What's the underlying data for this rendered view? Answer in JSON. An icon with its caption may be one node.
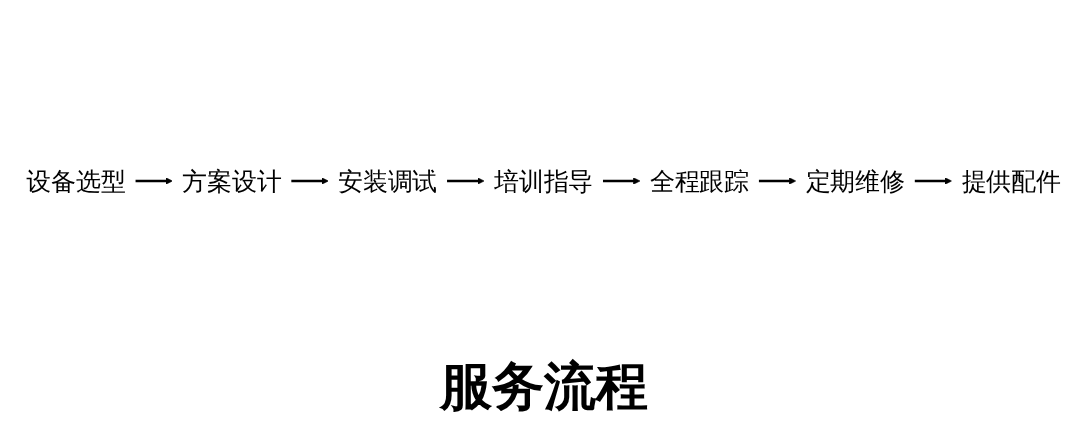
{
  "diagram": {
    "title": "服务流程",
    "nodes": [
      {
        "text": [
          "设备选型"
        ]
      },
      {
        "text": [
          "方案设计"
        ]
      },
      {
        "text": [
          "安装调试"
        ]
      },
      {
        "text": [
          "培训指导"
        ]
      },
      {
        "text": [
          "全程跟踪"
        ]
      },
      {
        "text": [
          "定期维修"
        ]
      },
      {
        "text": [
          "提供配件"
        ]
      }
    ],
    "edges": [
      {
        "from": 0,
        "to": 1,
        "arrow": "to"
      },
      {
        "from": 1,
        "to": 2,
        "arrow": "to"
      },
      {
        "from": 2,
        "to": 3,
        "arrow": "to"
      },
      {
        "from": 3,
        "to": 4,
        "arrow": "to"
      },
      {
        "from": 4,
        "to": 5,
        "arrow": "to"
      },
      {
        "from": 5,
        "to": 6,
        "arrow": "to"
      }
    ]
  }
}
